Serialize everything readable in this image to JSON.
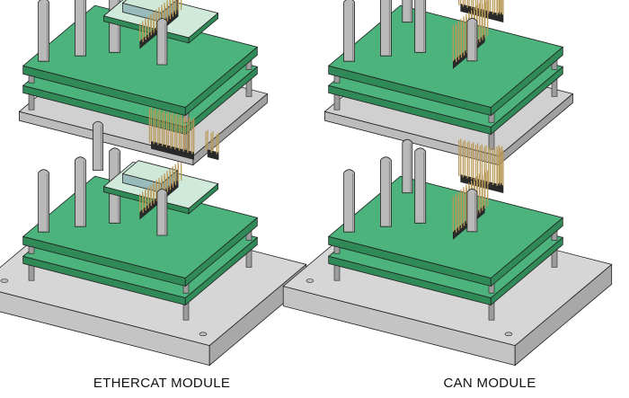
{
  "captions": {
    "left": "ETHERCAT MODULE",
    "right": "CAN MODULE"
  },
  "colors": {
    "pcb_top": "#4bb37b",
    "pcb_side": "#2f8a57",
    "pcb_edge": "#1e5f3b",
    "metal_light": "#dcdcdc",
    "metal_mid": "#b9b9b9",
    "metal_dark": "#8a8a8a",
    "standoff": "#9c9c9c",
    "header_black": "#2a2a2a",
    "pin_gold": "#b99a5a",
    "outline": "#222222",
    "connector_face": "#cfe8d8"
  },
  "views": [
    {
      "module": "ethercat",
      "base": "frame"
    },
    {
      "module": "can",
      "base": "frame"
    },
    {
      "module": "ethercat",
      "base": "plate"
    },
    {
      "module": "can",
      "base": "plate"
    }
  ]
}
